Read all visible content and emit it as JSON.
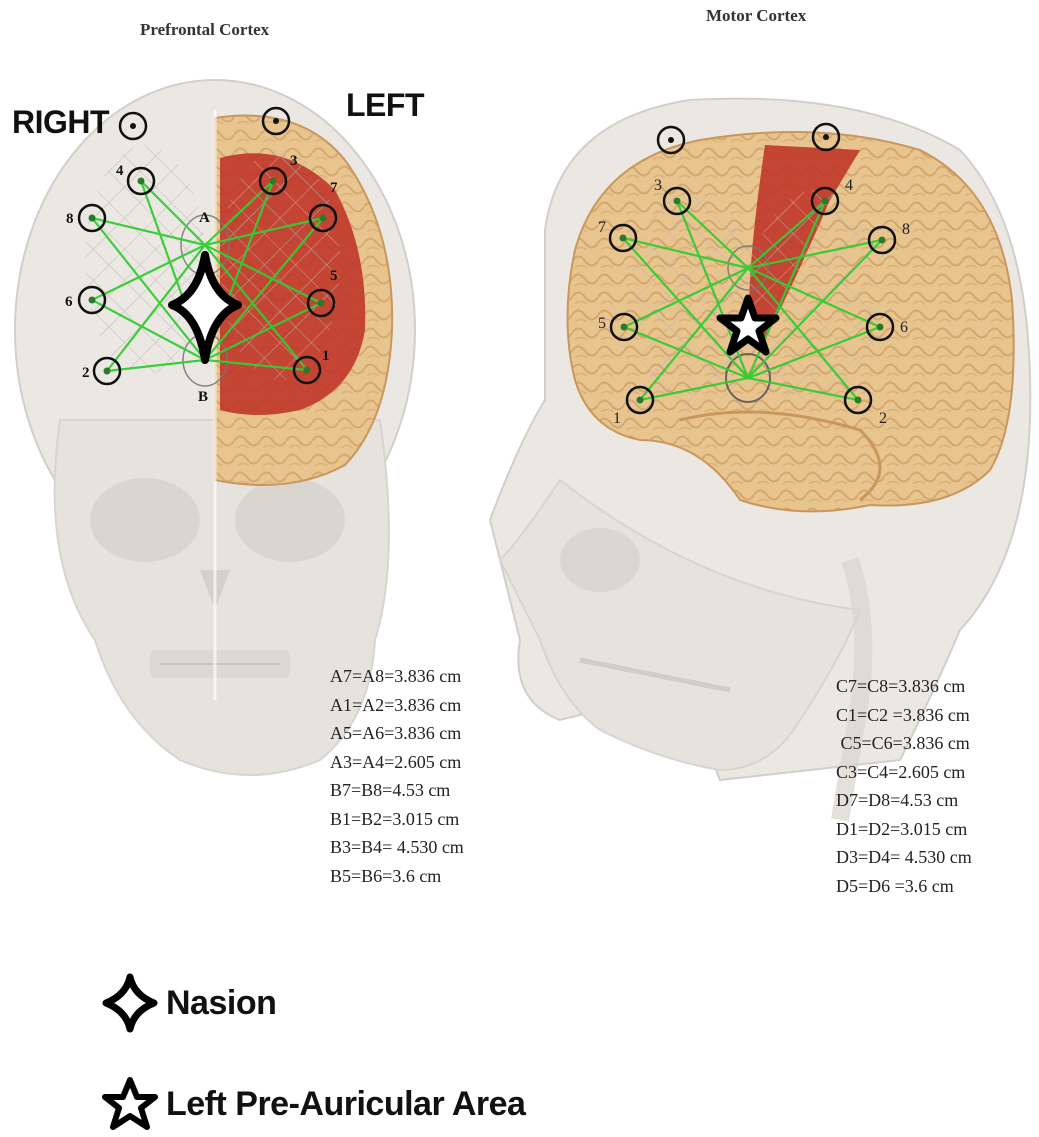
{
  "titles": {
    "left": "Prefrontal Cortex",
    "right": "Motor Cortex"
  },
  "orientation": {
    "right": "RIGHT",
    "left": "LEFT"
  },
  "prefrontal": {
    "reference_labels": [
      "A",
      "B"
    ],
    "channel_labels": [
      "1",
      "2",
      "3",
      "4",
      "5",
      "6",
      "7",
      "8"
    ],
    "distances": [
      "A7=A8=3.836 cm",
      "A1=A2=3.836 cm",
      "A5=A6=3.836 cm",
      "A3=A4=2.605 cm",
      "B7=B8=4.53 cm",
      "B1=B2=3.015 cm",
      "B3=B4= 4.530 cm",
      "B5=B6=3.6 cm"
    ]
  },
  "motor": {
    "channel_labels": [
      "1",
      "2",
      "3",
      "4",
      "5",
      "6",
      "7",
      "8"
    ],
    "distances": [
      "C7=C8=3.836 cm",
      "C1=C2 =3.836 cm",
      " C5=C6=3.836 cm",
      "C3=C4=2.605 cm",
      "D7=D8=4.53 cm",
      "D1=D2=3.015 cm",
      "D3=D4= 4.530 cm",
      "D5=D6 =3.6 cm"
    ]
  },
  "legend": {
    "nasion": "Nasion",
    "pre_auricular": "Left Pre-Auricular Area"
  },
  "colors": {
    "cortex_red": "#c0392b",
    "brain_tan": "#e8c48f",
    "connection_green": "#33cc33",
    "skull": "#e4e1dc"
  }
}
